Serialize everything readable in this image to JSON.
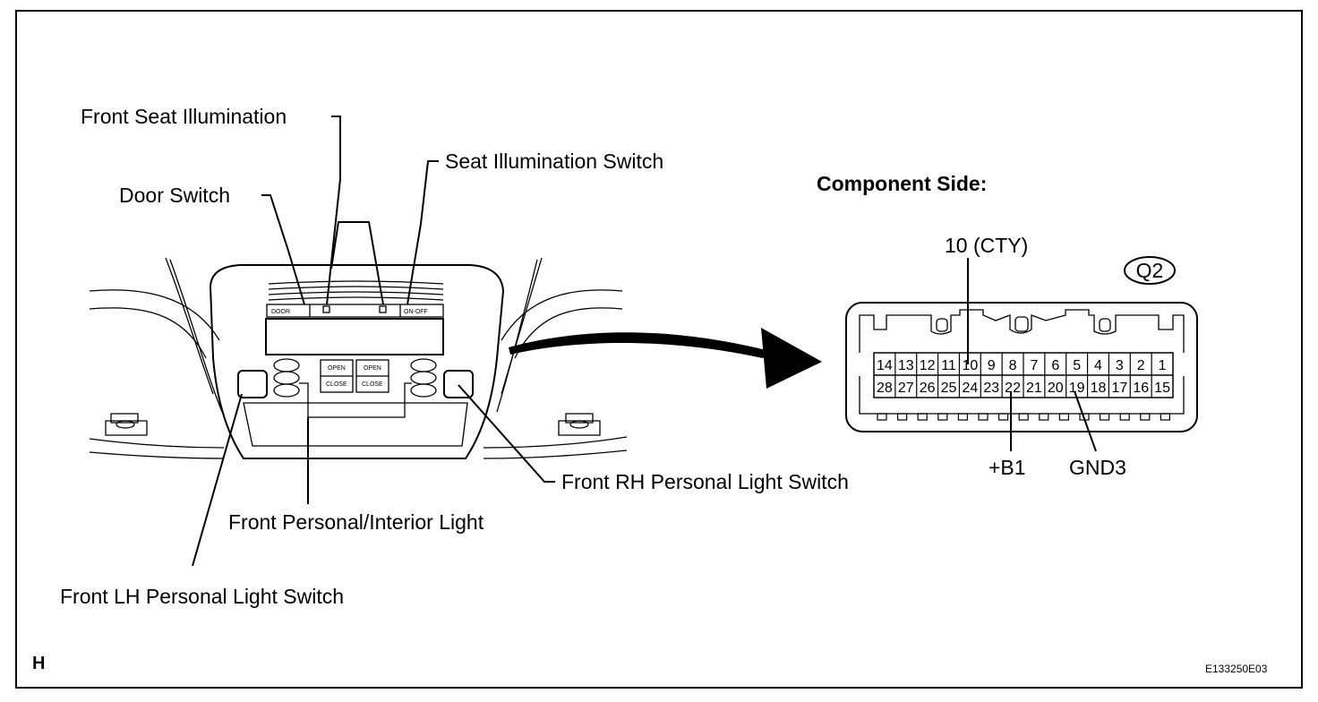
{
  "labels": {
    "front_seat_illumination": "Front Seat Illumination",
    "seat_illumination_switch": "Seat Illumination Switch",
    "door_switch": "Door Switch",
    "front_rh_personal_light_switch": "Front RH Personal Light Switch",
    "front_personal_interior_light": "Front Personal/Interior Light",
    "front_lh_personal_light_switch": "Front LH Personal Light Switch"
  },
  "console": {
    "door_text": "DOOR",
    "onoff_text": "ON-OFF",
    "open_text": "OPEN",
    "close_text": "CLOSE"
  },
  "connector": {
    "side_label": "Component Side:",
    "code": "Q2",
    "top_row": [
      "14",
      "13",
      "12",
      "11",
      "10",
      "9",
      "8",
      "7",
      "6",
      "5",
      "4",
      "3",
      "2",
      "1"
    ],
    "bottom_row": [
      "28",
      "27",
      "26",
      "25",
      "24",
      "23",
      "22",
      "21",
      "20",
      "19",
      "18",
      "17",
      "16",
      "15"
    ],
    "terminal_10": "10 (CTY)",
    "terminal_22": "+B1",
    "terminal_19": "GND3"
  },
  "corner_left": "H",
  "figure_id": "E133250E03"
}
